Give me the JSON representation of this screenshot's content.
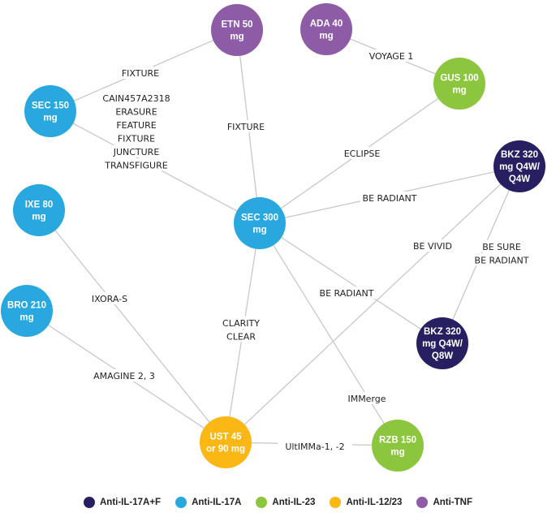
{
  "colors": {
    "anti_il17af": "#262062",
    "anti_il17a": "#29a8e0",
    "anti_il23": "#8cc63f",
    "anti_il1223": "#fbb713",
    "anti_tnf": "#8e5ba6",
    "edge": "#c8c8c8"
  },
  "nodes": [
    {
      "id": "etn",
      "class": "anti_tnf",
      "lines": [
        "ETN 50",
        "mg"
      ]
    },
    {
      "id": "ada",
      "class": "anti_tnf",
      "lines": [
        "ADA 40",
        "mg"
      ]
    },
    {
      "id": "gus",
      "class": "anti_il23",
      "lines": [
        "GUS 100",
        "mg"
      ]
    },
    {
      "id": "sec150",
      "class": "anti_il17a",
      "lines": [
        "SEC 150",
        "mg"
      ]
    },
    {
      "id": "bkz1",
      "class": "anti_il17af",
      "lines": [
        "BKZ 320",
        "mg Q4W/",
        "Q4W"
      ]
    },
    {
      "id": "ixe",
      "class": "anti_il17a",
      "lines": [
        "IXE 80",
        "mg"
      ]
    },
    {
      "id": "sec300",
      "class": "anti_il17a",
      "lines": [
        "SEC 300",
        "mg"
      ]
    },
    {
      "id": "bro",
      "class": "anti_il17a",
      "lines": [
        "BRO 210",
        "mg"
      ]
    },
    {
      "id": "bkz2",
      "class": "anti_il17af",
      "lines": [
        "BKZ 320",
        "mg Q4W/",
        "Q8W"
      ]
    },
    {
      "id": "ust",
      "class": "anti_il1223",
      "lines": [
        "UST 45",
        "or 90 mg"
      ]
    },
    {
      "id": "rzb",
      "class": "anti_il23",
      "lines": [
        "RZB 150",
        "mg"
      ]
    }
  ],
  "edges": [
    {
      "from": "sec150",
      "to": "etn",
      "lines": [
        "FIXTURE"
      ]
    },
    {
      "from": "ada",
      "to": "gus",
      "lines": [
        "VOYAGE 1"
      ]
    },
    {
      "from": "etn",
      "to": "sec300",
      "lines": [
        "FIXTURE"
      ]
    },
    {
      "from": "sec150",
      "to": "sec300",
      "lines": [
        "CAIN457A2318",
        "ERASURE",
        "FEATURE",
        "FIXTURE",
        "JUNCTURE",
        "TRANSFIGURE"
      ]
    },
    {
      "from": "gus",
      "to": "sec300",
      "lines": [
        "ECLIPSE"
      ]
    },
    {
      "from": "bkz1",
      "to": "sec300",
      "lines": [
        "BE RADIANT"
      ]
    },
    {
      "from": "bkz1",
      "to": "ust",
      "lines": [
        "BE VIVID"
      ]
    },
    {
      "from": "bkz1",
      "to": "bkz2",
      "lines": [
        "BE SURE",
        "BE RADIANT"
      ]
    },
    {
      "from": "sec300",
      "to": "bkz2",
      "lines": [
        "BE RADIANT"
      ]
    },
    {
      "from": "ixe",
      "to": "ust",
      "lines": [
        "IXORA-S"
      ]
    },
    {
      "from": "sec300",
      "to": "ust",
      "lines": [
        "CLARITY",
        "CLEAR"
      ]
    },
    {
      "from": "sec300",
      "to": "rzb",
      "lines": [
        "IMMerge"
      ]
    },
    {
      "from": "bro",
      "to": "ust",
      "lines": [
        "AMAGINE 2, 3"
      ]
    },
    {
      "from": "ust",
      "to": "rzb",
      "lines": [
        "UltIMMa-1, -2"
      ]
    }
  ],
  "legend": [
    {
      "class": "anti_il17af",
      "label": "Anti-IL-17A+F"
    },
    {
      "class": "anti_il17a",
      "label": "Anti-IL-17A"
    },
    {
      "class": "anti_il23",
      "label": "Anti-IL-23"
    },
    {
      "class": "anti_il1223",
      "label": "Anti-IL-12/23"
    },
    {
      "class": "anti_tnf",
      "label": "Anti-TNF"
    }
  ]
}
